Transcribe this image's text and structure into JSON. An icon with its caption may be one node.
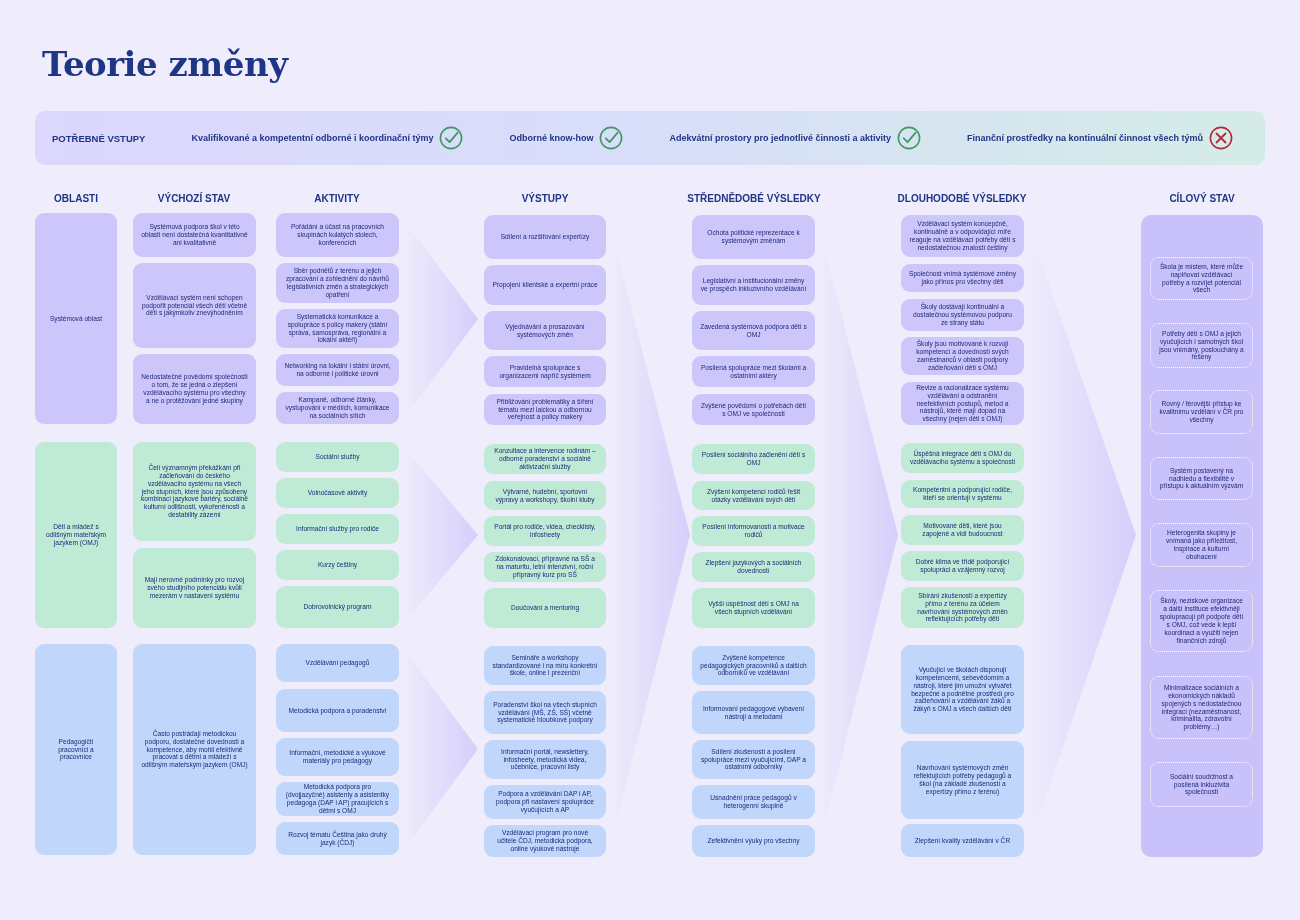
{
  "diagram": {
    "title": "Teorie změny",
    "nodes": [
      {
        "text": [
          "POTŘEBNÉ VSTUPY",
          "Kvalifikované a kompetentní odborné i koordinační týmy",
          "Odborné know-how",
          "Adekvátní prostory pro jednotlivé činnosti a aktivity",
          "Finanční prostředky na kontinuální činnost všech týmů"
        ]
      },
      {
        "text": [
          "Systémová oblast"
        ]
      },
      {
        "text": [
          "Děti a mládež s odlišným mateřským jazykem (OMJ)"
        ]
      },
      {
        "text": [
          "Pedagogičtí pracovníci a pracovnice"
        ]
      },
      {
        "text": [
          "Systémová podpora škol v této oblasti není dostatečná kvantitativně ani kvalitativně"
        ]
      },
      {
        "text": [
          "Vzdělávací systém není schopen podpořit potenciál všech dětí včetně dětí s jakýmkoliv znevýhodněním"
        ]
      },
      {
        "text": [
          "Nedostatečné povědomí společnosti o tom, že se jedná o zlepšení vzdělávacího systému pro všechny a ne o protěžování jedné skupiny"
        ]
      },
      {
        "text": [
          "Čelí významným překážkám při začleňování do českého vzdělávacího systému na všech jeho stupních, které jsou způsobeny kombinací jazykové bariéry, sociálně kulturní odlišnosti, vykořeněnosti a destability zázemí"
        ]
      },
      {
        "text": [
          "Mají nerovné podmínky pro rozvoj svého studijního potenciálu kvůli mezerám v nastavení systému"
        ]
      },
      {
        "text": [
          "Často postrádají metodickou podporu, dostatečné dovednosti a kompetence, aby mohli efektivně pracovat s dětmi a mládeží s odlišným mateřským jazykem (OMJ)"
        ]
      },
      {
        "text": [
          "Pořádání a účast na pracovních skupinách kulatých stolech, konferencích"
        ]
      },
      {
        "text": [
          "Sběr podnětů z terénu a jejich zpracování a zohlednění do návrhů legislativních změn a strategických opatření"
        ]
      },
      {
        "text": [
          "Systematická komunikace a spolupráce s policy makery (státní správa, samospráva, regionální a lokální aktéři)"
        ]
      },
      {
        "text": [
          "Networking na lokální i státní úrovni, na odborné i politické úrovni"
        ]
      },
      {
        "text": [
          "Kampaně, odborné články, vystupování v médiích, komunikace na sociálních sítích"
        ]
      },
      {
        "text": [
          "Sociální služby"
        ]
      },
      {
        "text": [
          "Volnočasové aktivity"
        ]
      },
      {
        "text": [
          "Informační služby pro rodiče"
        ]
      },
      {
        "text": [
          "Kurzy češtiny"
        ]
      },
      {
        "text": [
          "Dobrovolnický program"
        ]
      },
      {
        "text": [
          "Vzdělávání pedagogů"
        ]
      },
      {
        "text": [
          "Metodická podpora a poradenství"
        ]
      },
      {
        "text": [
          "Informační, metodické a výukové materiály pro pedagogy"
        ]
      },
      {
        "text": [
          "Metodická podpora pro (dvojjazyčné) asistenty a asistentky pedagoga (DAP i AP) pracujících s dětmi s OMJ"
        ]
      },
      {
        "text": [
          "Rozvoj tématu Čeština jako druhý jazyk (ČDJ)"
        ]
      },
      {
        "text": [
          "Sdílení a rozšiřování expertízy"
        ]
      },
      {
        "text": [
          "Propojení klientské a expertní práce"
        ]
      },
      {
        "text": [
          "Vyjednávání a prosazování systémových změn"
        ]
      },
      {
        "text": [
          "Pravidelná spolupráce s organizacemi napříč systémem"
        ]
      },
      {
        "text": [
          "Přibližování problematiky a šíření tématu mezi laickou a odbornou veřejnost a policy makery"
        ]
      },
      {
        "text": [
          "Konzultace a intervence rodinám – odborné poradenství a sociálně aktivizační služby"
        ]
      },
      {
        "text": [
          "Výtvarné, hudební, sportovní výpravy a workshopy, školní kluby"
        ]
      },
      {
        "text": [
          "Portál pro rodiče, videa, checklisty, infosheety"
        ]
      },
      {
        "text": [
          "Zdokonalovací, přípravné na SŠ a na maturitu, letní intenzivní, roční přípravný kurz pro SŠ"
        ]
      },
      {
        "text": [
          "Doučování a mentoring"
        ]
      },
      {
        "text": [
          "Semináře a workshopy standardizované i na míru konkrétní škole, online i prezenční"
        ]
      },
      {
        "text": [
          "Poradenství škol na všech stupních vzdělávání (MŠ, ZŠ, SŠ) včetně systematické hloubkové podpory"
        ]
      },
      {
        "text": [
          "Informační portál, newslettery, infosheety, metodická videa, učebnice, pracovní listy"
        ]
      },
      {
        "text": [
          "Podpora a vzdělávání DAP i AP, podpora při nastavení spolupráce vyučujících a AP"
        ]
      },
      {
        "text": [
          "Vzdělávací program pro nové učitele ČDJ, metodická podpora, online výukové nástroje"
        ]
      },
      {
        "text": [
          "Ochota politické reprezentace k systémovým změnám"
        ]
      },
      {
        "text": [
          "Legislativní a institucionální změny ve prospěch inkluzivního vzdělávání"
        ]
      },
      {
        "text": [
          "Zavedená systémová podpora dětí s OMJ"
        ]
      },
      {
        "text": [
          "Posílená spolupráce mezi školami a ostatními aktéry"
        ]
      },
      {
        "text": [
          "Zvýšené povědomí o potřebách dětí s OMJ ve společnosti"
        ]
      },
      {
        "text": [
          "Posílení sociálního začlenění dětí s OMJ"
        ]
      },
      {
        "text": [
          "Zvýšení kompetencí rodičů řešit otázky vzdělávání svých dětí"
        ]
      },
      {
        "text": [
          "Posílení informovanosti a motivace rodičů"
        ]
      },
      {
        "text": [
          "Zlepšení jazykových a sociálních dovedností"
        ]
      },
      {
        "text": [
          "Vyšší úspěšnost dětí s OMJ na všech stupních vzdělávání"
        ]
      },
      {
        "text": [
          "Zvýšené kompetence pedagogických pracovníků a dalších odborníků ve vzdělávání"
        ]
      },
      {
        "text": [
          "Informovaní pedagogové vybavení nástroji a metodami"
        ]
      },
      {
        "text": [
          "Sdílení zkušeností a posílení spolupráce mezi vyučujícími, DAP a ostatními odborníky"
        ]
      },
      {
        "text": [
          "Usnadnění práce pedagogů v heterogenní skupině"
        ]
      },
      {
        "text": [
          "Zefektivnění výuky pro všechny"
        ]
      },
      {
        "text": [
          "Vzdělávací systém koncepčně, kontinuálně a v odpovídající míře reaguje na vzdělávací potřeby dětí s nedostatečnou znalostí češtiny"
        ]
      },
      {
        "text": [
          "Společnost vnímá systémové změny jako přínos pro všechny děti"
        ]
      },
      {
        "text": [
          "Školy dostávají kontinuální a dostatečnou systémovou podporu ze strany státu"
        ]
      },
      {
        "text": [
          "Školy jsou motivované k rozvoji kompetencí a dovedností svých zaměstnanců v oblasti podpory začleňování dětí s OMJ"
        ]
      },
      {
        "text": [
          "Revize a racionalizace systému vzdělávání a odstranění neefektivních postupů, metod a nástrojů, které mají dopad na všechny (nejen děti s OMJ)"
        ]
      },
      {
        "text": [
          "Úspěšná integrace dětí s OMJ do vzdělávacího systému a společnosti"
        ]
      },
      {
        "text": [
          "Kompetentní a podporující rodiče, kteří se orientují v systému"
        ]
      },
      {
        "text": [
          "Motivované děti, které jsou zapojené a vidí budoucnost"
        ]
      },
      {
        "text": [
          "Dobré klima ve třídě podporující spolupráci a vzájemný rozvoj"
        ]
      },
      {
        "text": [
          "Sbírání zkušeností a expertízy přímo z terénu za účelem navrhování systémových změn reflektujících potřeby dětí"
        ]
      },
      {
        "text": [
          "Vyučující ve školách disponují kompetencemi, sebevědomím a nástroji, které jim umožní vytvářet bezpečné a podnětné prostředí pro začleňování a vzdělávání žáků a žákyň s OMJ a všech dalších dětí"
        ]
      },
      {
        "text": [
          "Navrhování systémových změn reflektujících potřeby pedagogů a škol (na základě zkušeností a expertízy přímo z terénu)"
        ]
      },
      {
        "text": [
          "Zlepšení kvality vzdělávání v ČR"
        ]
      },
      {
        "text": [
          "CÍLOVÝ STAV"
        ]
      },
      {
        "text": [
          "Škola je místem, které může naplňovat vzdělávací potřeby a rozvíjet potenciál všech"
        ],
        "in": 68
      },
      {
        "text": [
          "Potřeby dětí s OMJ a jejich vyučujících i samotných škol jsou vnímány, poslouchány a řešeny"
        ],
        "in": 68
      },
      {
        "text": [
          "Rovný / férovější přístup ke kvalitnímu vzdělání v ČR pro všechny"
        ],
        "in": 68
      },
      {
        "text": [
          "Systém postavený na nadhledu a flexibilitě v přístupu k aktuálním výzvám"
        ],
        "in": 68
      },
      {
        "text": [
          "Heterogenita skupiny je vnímaná jako příležitost, inspirace a kulturní obohacení"
        ],
        "in": 68
      },
      {
        "text": [
          "Školy, neziskové organizace a další instituce efektivněji spolupracují při podpoře dětí s OMJ, což vede k lepší koordinaci a využití nejen finančních zdrojů"
        ],
        "in": 68
      },
      {
        "text": [
          "Minimalizace sociálních a ekonomických nákladů spojených s nedostatečnou integrací (nezaměstnanost, kriminalita, zdravotní problémy…)"
        ],
        "in": 68
      },
      {
        "text": [
          "Sociální soudržnost a posílená inkluzivita společnosti"
        ],
        "in": 68
      }
    ],
    "labels": [
      "OBLASTI",
      "VÝCHOZÍ STAV",
      "AKTIVITY",
      "VÝSTUPY",
      "STŘEDNĚDOBÉ VÝSLEDKY",
      "DLOUHODOBÉ VÝSLEDKY"
    ]
  }
}
